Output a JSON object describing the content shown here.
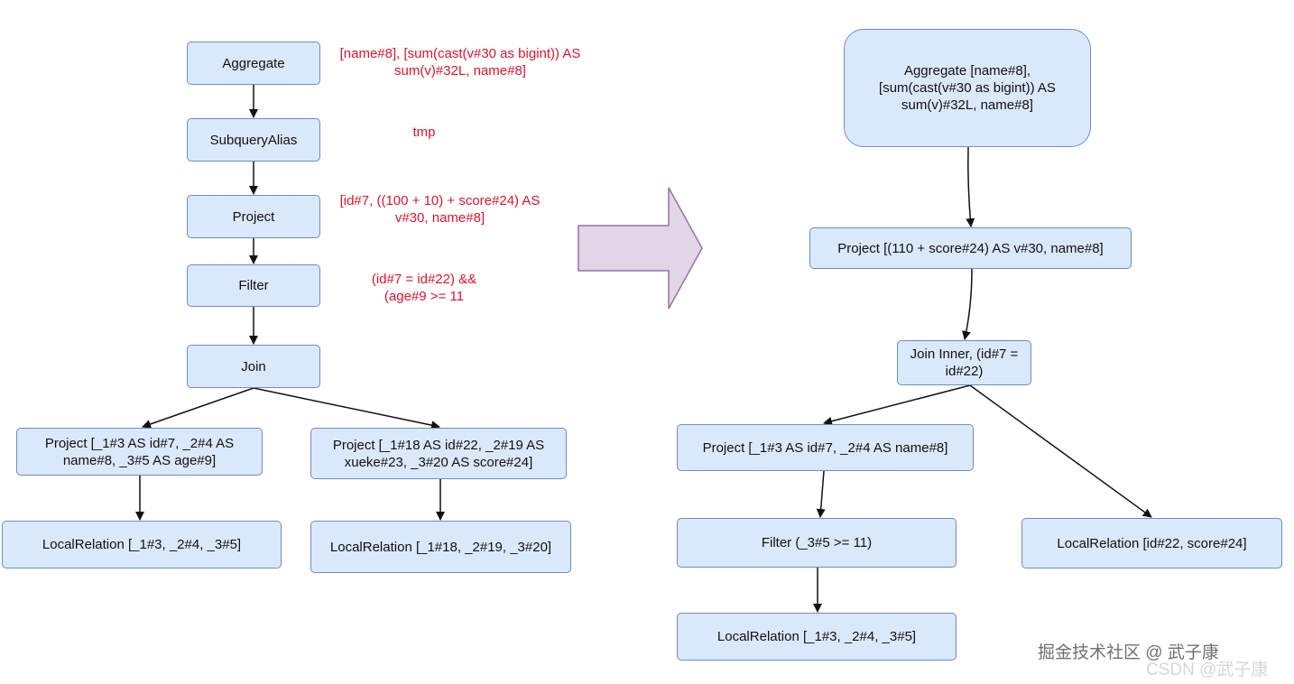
{
  "before": {
    "nodes": {
      "aggregate": "Aggregate",
      "subquery_alias": "SubqueryAlias",
      "project": "Project",
      "filter": "Filter",
      "join": "Join",
      "project_left": "Project [_1#3 AS id#7, _2#4 AS name#8, _3#5 AS age#9]",
      "project_right": "Project [_1#18 AS id#22, _2#19 AS xueke#23, _3#20 AS score#24]",
      "local_relation_left": "LocalRelation [_1#3, _2#4, _3#5]",
      "local_relation_right": "LocalRelation [_1#18, _2#19, _3#20]"
    },
    "annotations": {
      "aggregate": "[name#8], [sum(cast(v#30 as bigint)) AS sum(v)#32L, name#8]",
      "subquery_alias": "tmp",
      "project": "[id#7, ((100 + 10) + score#24) AS v#30, name#8]",
      "filter": "(id#7 = id#22) && (age#9 >= 11"
    }
  },
  "after": {
    "nodes": {
      "aggregate": "Aggregate [name#8], [sum(cast(v#30 as bigint)) AS sum(v)#32L, name#8]",
      "project": "Project [(110 + score#24) AS v#30, name#8]",
      "join": "Join Inner, (id#7 = id#22)",
      "project_left": "Project [_1#3 AS id#7, _2#4 AS name#8]",
      "filter": "Filter (_3#5 >= 11)",
      "local_relation_left": "LocalRelation [_1#3, _2#4, _3#5]",
      "local_relation_right": "LocalRelation [id#22, score#24]"
    }
  },
  "watermark": {
    "primary": "掘金技术社区 @ 武子康",
    "secondary": "CSDN @武子康"
  },
  "colors": {
    "node_fill": "#dae8fc",
    "node_border": "#6c8ebf",
    "annotation_text": "#e0132b",
    "arrow_fill": "#e1d5e7",
    "arrow_stroke": "#9673a6"
  }
}
